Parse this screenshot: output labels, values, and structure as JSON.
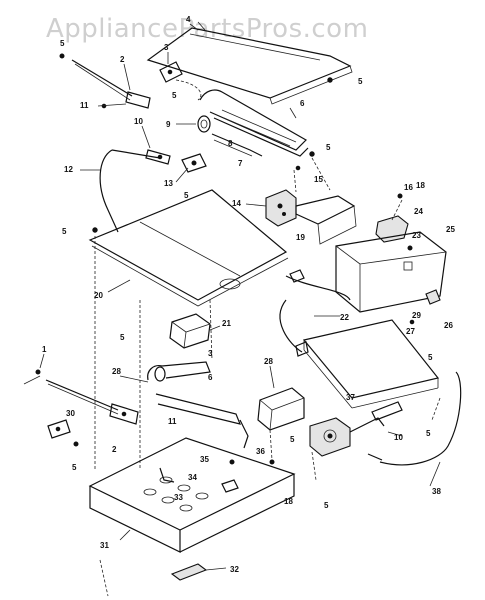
{
  "watermark": {
    "text": "AppliancePartsPros.com"
  },
  "callouts": [
    {
      "id": "c4",
      "text": "4"
    },
    {
      "id": "c2a",
      "text": "2"
    },
    {
      "id": "c3a",
      "text": "3"
    },
    {
      "id": "c5a",
      "text": "5"
    },
    {
      "id": "c5b",
      "text": "5"
    },
    {
      "id": "c5c",
      "text": "5"
    },
    {
      "id": "c11a",
      "text": "11"
    },
    {
      "id": "c6a",
      "text": "6"
    },
    {
      "id": "c9",
      "text": "9"
    },
    {
      "id": "c8",
      "text": "8"
    },
    {
      "id": "c7",
      "text": "7"
    },
    {
      "id": "c10a",
      "text": "10"
    },
    {
      "id": "c12",
      "text": "12"
    },
    {
      "id": "c13",
      "text": "13"
    },
    {
      "id": "c5d",
      "text": "5"
    },
    {
      "id": "c15",
      "text": "15"
    },
    {
      "id": "c5e",
      "text": "5"
    },
    {
      "id": "c14",
      "text": "14"
    },
    {
      "id": "c18a",
      "text": "18"
    },
    {
      "id": "c19",
      "text": "19"
    },
    {
      "id": "c16",
      "text": "16"
    },
    {
      "id": "c24",
      "text": "24"
    },
    {
      "id": "c23",
      "text": "23"
    },
    {
      "id": "c25",
      "text": "25"
    },
    {
      "id": "c20",
      "text": "20"
    },
    {
      "id": "c5f",
      "text": "5"
    },
    {
      "id": "c22",
      "text": "22"
    },
    {
      "id": "c26",
      "text": "26"
    },
    {
      "id": "c27",
      "text": "27"
    },
    {
      "id": "c29",
      "text": "29"
    },
    {
      "id": "c21",
      "text": "21"
    },
    {
      "id": "c5g",
      "text": "5"
    },
    {
      "id": "c3b",
      "text": "3"
    },
    {
      "id": "c5h",
      "text": "5"
    },
    {
      "id": "c1",
      "text": "1"
    },
    {
      "id": "c6b",
      "text": "6"
    },
    {
      "id": "c28a",
      "text": "28"
    },
    {
      "id": "c28b",
      "text": "28"
    },
    {
      "id": "c11b",
      "text": "11"
    },
    {
      "id": "c30",
      "text": "30"
    },
    {
      "id": "c37",
      "text": "37"
    },
    {
      "id": "c5i",
      "text": "5"
    },
    {
      "id": "c10b",
      "text": "10"
    },
    {
      "id": "c5j",
      "text": "5"
    },
    {
      "id": "c2b",
      "text": "2"
    },
    {
      "id": "c5k",
      "text": "5"
    },
    {
      "id": "c36",
      "text": "36"
    },
    {
      "id": "c35",
      "text": "35"
    },
    {
      "id": "c34",
      "text": "34"
    },
    {
      "id": "c33",
      "text": "33"
    },
    {
      "id": "c18b",
      "text": "18"
    },
    {
      "id": "c5l",
      "text": "5"
    },
    {
      "id": "c38",
      "text": "38"
    },
    {
      "id": "c31",
      "text": "31"
    },
    {
      "id": "c32",
      "text": "32"
    }
  ]
}
